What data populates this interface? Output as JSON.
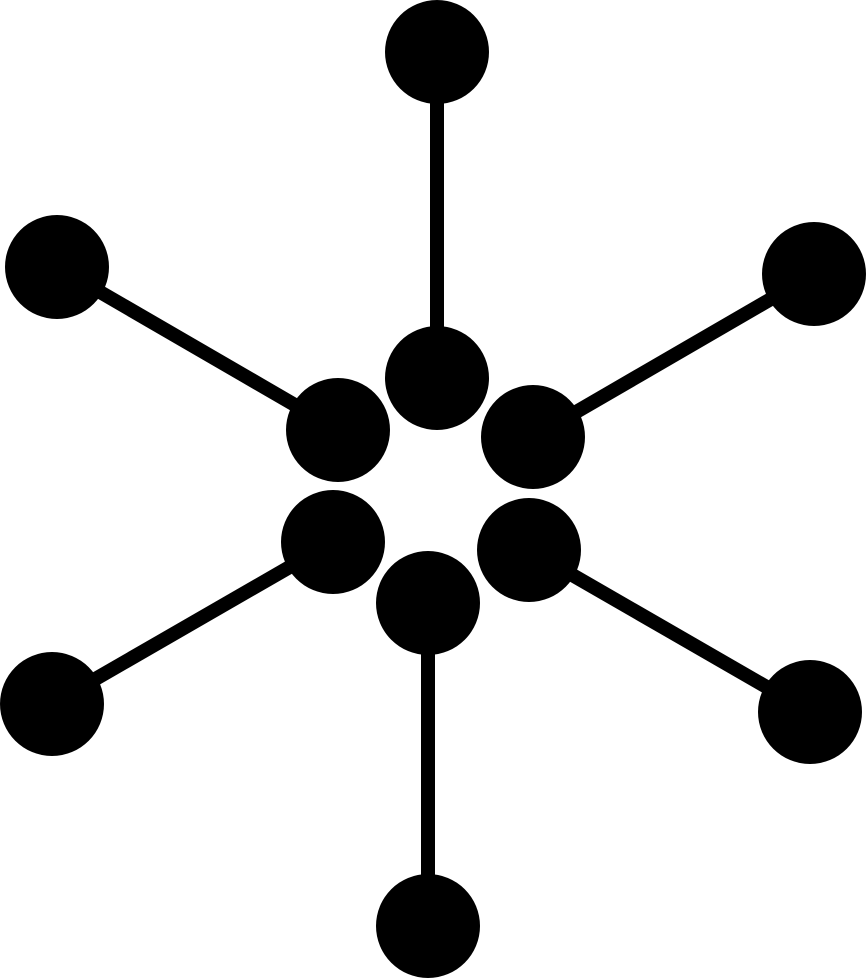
{
  "icon": {
    "name": "molecule-network-icon",
    "style": "solid glyph",
    "fill_color": "#000000",
    "background_color": "#ffffff",
    "inner_node_count": 6,
    "outer_node_count": 6,
    "connector_count": 6
  }
}
